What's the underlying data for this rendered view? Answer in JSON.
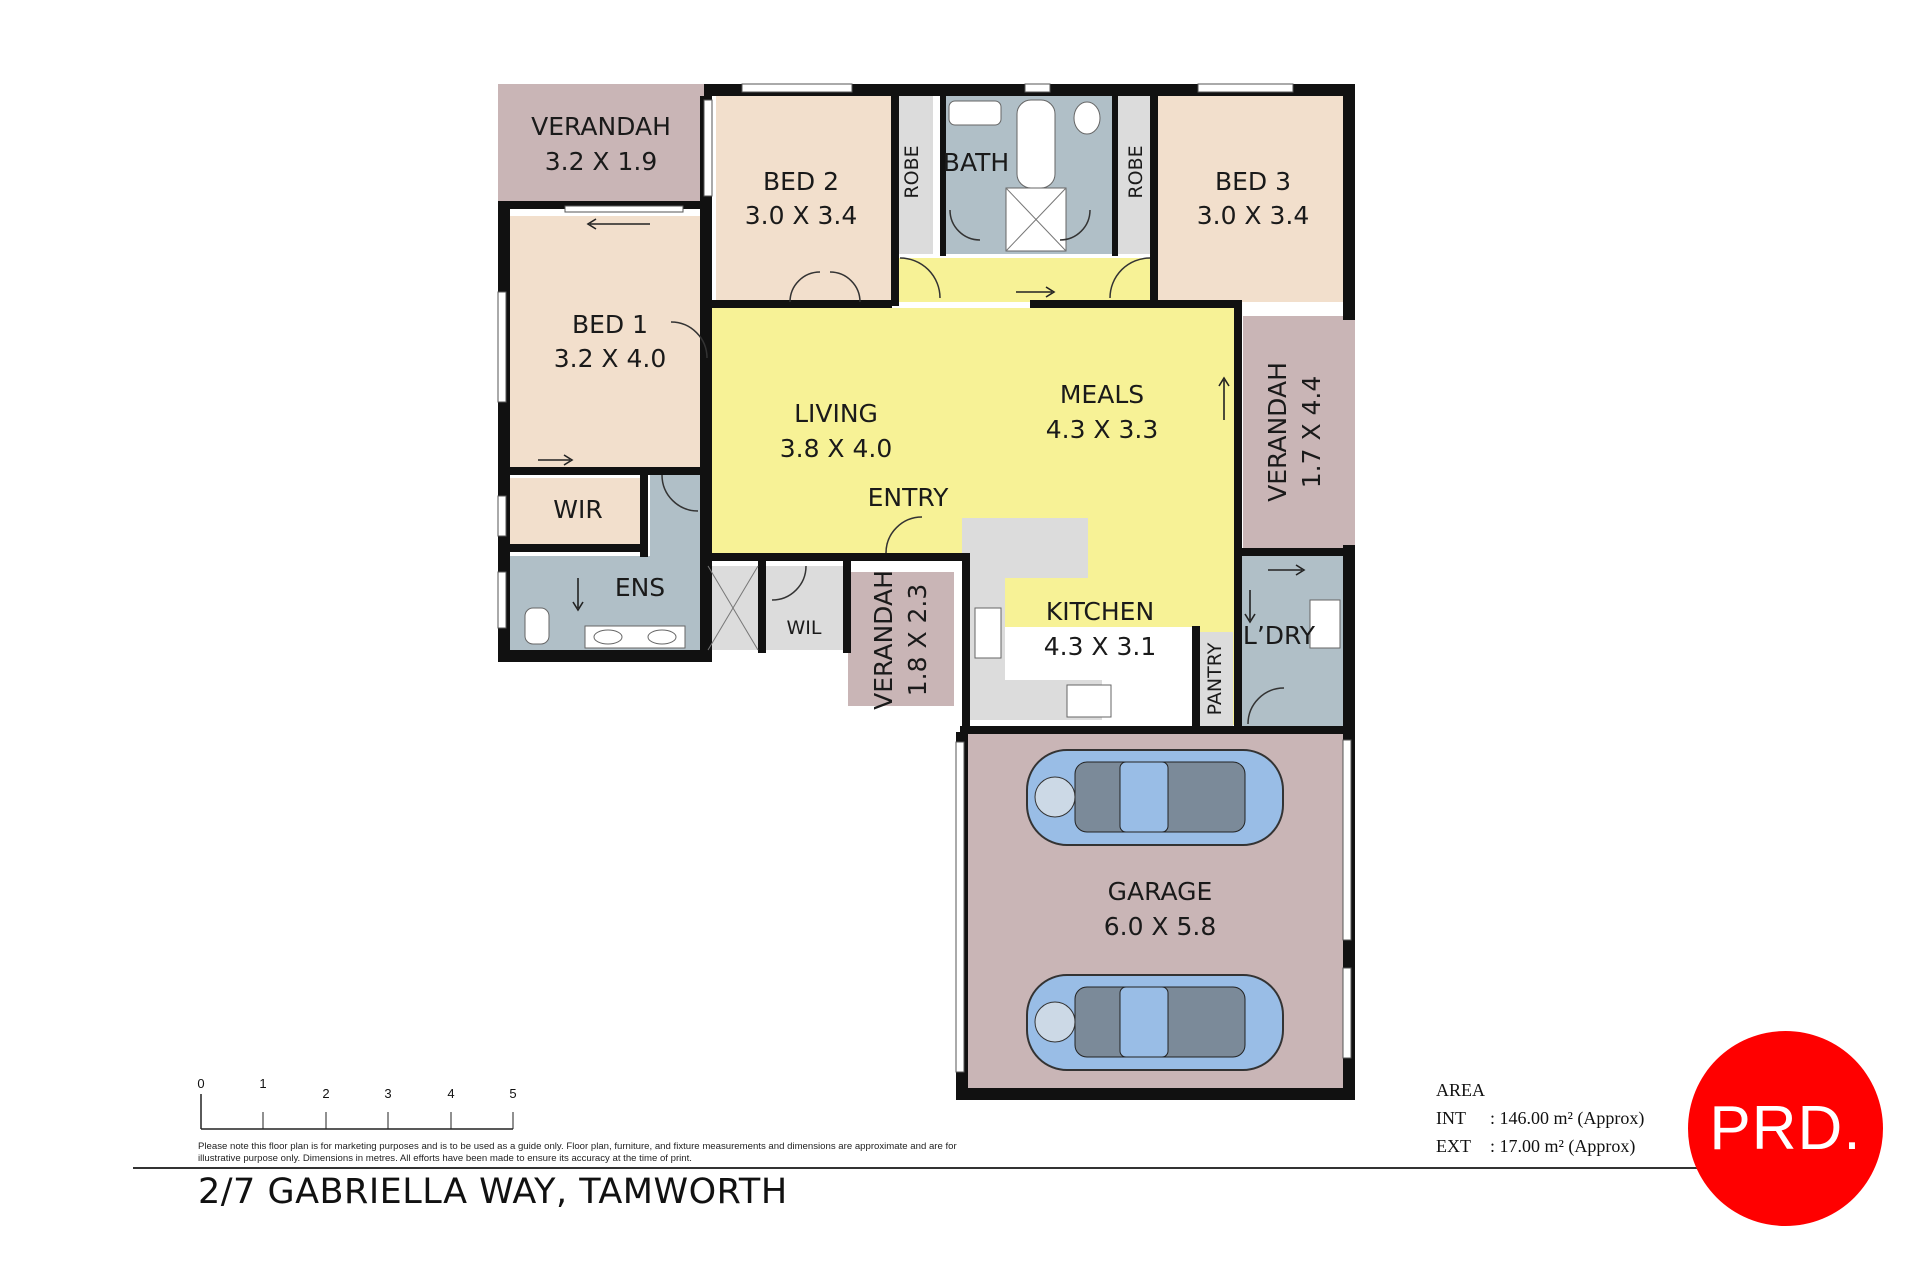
{
  "rooms": {
    "verandah_top": {
      "name": "VERANDAH",
      "size": "3.2 X 1.9"
    },
    "bed2": {
      "name": "BED 2",
      "size": "3.0 X 3.4"
    },
    "robe_left": {
      "name": "ROBE"
    },
    "bath": {
      "name": "BATH"
    },
    "robe_right": {
      "name": "ROBE"
    },
    "bed3": {
      "name": "BED 3",
      "size": "3.0 X 3.4"
    },
    "bed1": {
      "name": "BED 1",
      "size": "3.2 X 4.0"
    },
    "living": {
      "name": "LIVING",
      "size": "3.8 X 4.0"
    },
    "meals": {
      "name": "MEALS",
      "size": "4.3 X 3.3"
    },
    "verandah_right": {
      "name": "VERANDAH",
      "size": "1.7 X 4.4"
    },
    "entry": {
      "name": "ENTRY"
    },
    "wir": {
      "name": "WIR"
    },
    "ens": {
      "name": "ENS"
    },
    "wil": {
      "name": "WIL"
    },
    "verandah_mid": {
      "name": "VERANDAH",
      "size": "1.8 X 2.3"
    },
    "kitchen": {
      "name": "KITCHEN",
      "size": "4.3 X 3.1"
    },
    "pantry": {
      "name": "PANTRY"
    },
    "laundry": {
      "name": "L’DRY"
    },
    "garage": {
      "name": "GARAGE",
      "size": "6.0 X 5.8"
    }
  },
  "scale": {
    "ticks": [
      "0",
      "1",
      "2",
      "3",
      "4",
      "5"
    ]
  },
  "disclaimer": "Please note this floor plan is for marketing purposes and is to be used as a guide only. Floor plan, furniture, and fixture measurements and dimensions are approximate and are for illustrative purpose only. Dimensions in metres. All efforts have been made to ensure its accuracy at the time of print.",
  "address": "2/7 GABRIELLA WAY, TAMWORTH",
  "area": {
    "heading": "AREA",
    "int_label": "INT",
    "int_value": ": 146.00 m² (Approx)",
    "ext_label": "EXT",
    "ext_value": ": 17.00 m² (Approx)"
  },
  "brand": {
    "logo_text": "PRD.",
    "color": "#ff0000"
  },
  "colors": {
    "bedroom": "#f2dfcc",
    "living": "#f7f296",
    "wet_area": "#b0bfc7",
    "verandah": "#c9b5b6",
    "kitchen_bench": "#dcdcdc",
    "wall": "#111111",
    "car": "#99bde6"
  }
}
